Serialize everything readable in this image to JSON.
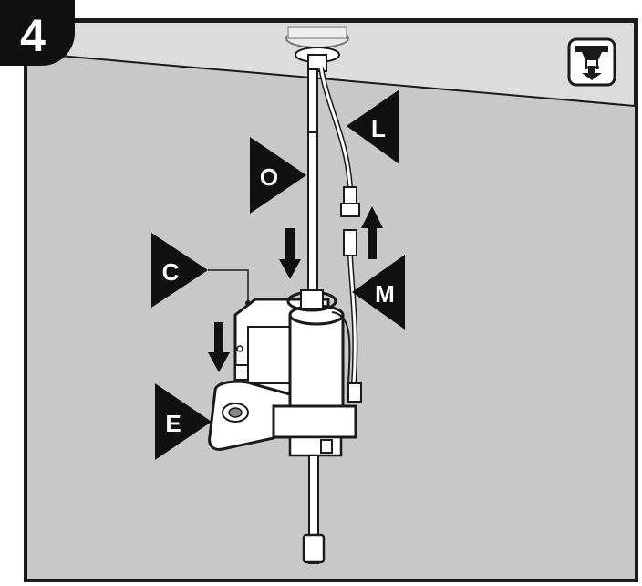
{
  "step": {
    "number": "4"
  },
  "callouts": {
    "L": "L",
    "O": "O",
    "C": "C",
    "M": "M",
    "E": "E"
  },
  "icons": {
    "ceiling_mount": "ceiling-mount-icon",
    "arrows": [
      "arrow-down",
      "arrow-down",
      "arrow-up"
    ]
  },
  "colors": {
    "background": "#c8c8c8",
    "ceiling": "#dcdcdc",
    "outline": "#1a1a1a",
    "callout": "#111111",
    "device": "#ffffff"
  }
}
